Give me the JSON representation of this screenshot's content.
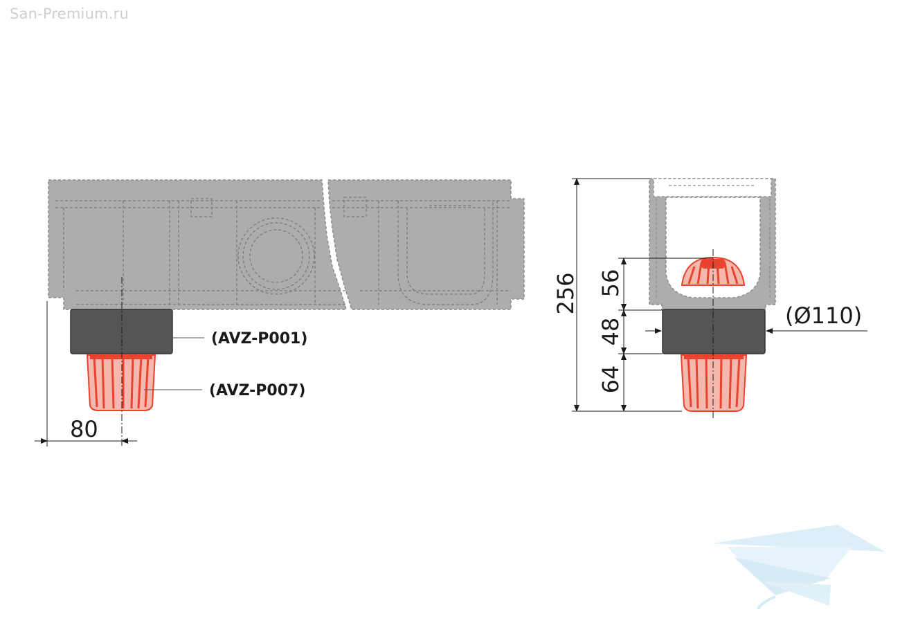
{
  "watermark": {
    "text": "San-Premium.ru"
  },
  "labels": {
    "part_outlet": "(AVZ-P001)",
    "part_trap": "(AVZ-P007)"
  },
  "dimensions": {
    "offset": "80",
    "total_height": "256",
    "trap_height": "56",
    "outlet_height": "48",
    "bottom_height": "64",
    "diameter": "(Ø110)"
  },
  "colors": {
    "channel_gray": "#adadad",
    "outlet_dark": "#555555",
    "trap_red": "#e8432e",
    "logo_blue": "#cfe8f5"
  }
}
